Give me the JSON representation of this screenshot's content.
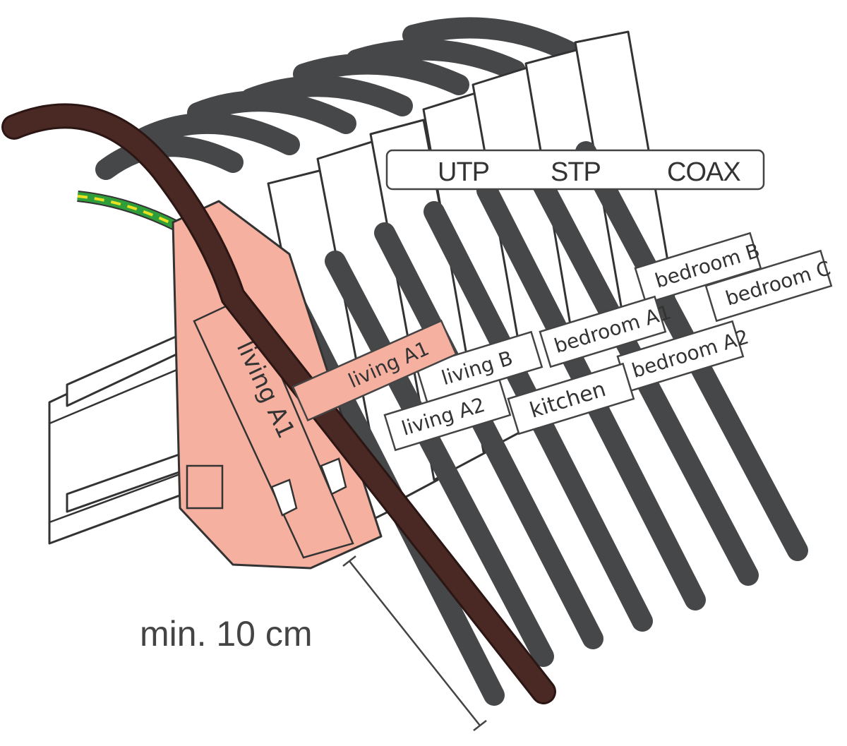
{
  "header": {
    "utp": "UTP",
    "stp": "STP",
    "coax": "COAX"
  },
  "labels": {
    "living_a1_flag": "living A1",
    "living_a1_block": "living A1",
    "living_a2": "living A2",
    "living_b": "living B",
    "kitchen": "kitchen",
    "bedroom_a1": "bedroom A1",
    "bedroom_a2": "bedroom A2",
    "bedroom_b": "bedroom B",
    "bedroom_c": "bedroom C"
  },
  "dimension": {
    "text": "min. 10 cm"
  },
  "colors": {
    "highlight_block": "#f5b0a0",
    "brown_cable": "#4a2824",
    "dark_cable": "#454749",
    "ground_wire_green": "#2f9e3a",
    "ground_wire_yellow": "#e8e020"
  }
}
